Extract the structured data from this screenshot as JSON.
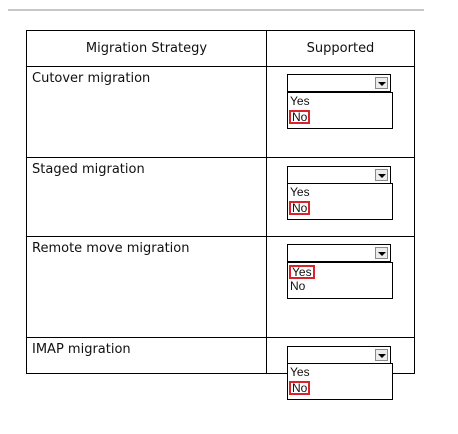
{
  "table": {
    "headers": [
      "Migration Strategy",
      "Supported"
    ],
    "rows": [
      {
        "label": "Cutover migration",
        "options": [
          "Yes",
          "No"
        ],
        "selected": "No"
      },
      {
        "label": "Staged migration",
        "options": [
          "Yes",
          "No"
        ],
        "selected": "No"
      },
      {
        "label": "Remote move migration",
        "options": [
          "Yes",
          "No"
        ],
        "selected": "Yes"
      },
      {
        "label": "IMAP migration",
        "options": [
          "Yes",
          "No"
        ],
        "selected": "No"
      }
    ]
  },
  "colors": {
    "highlight": "#d8232a",
    "border": "#000000",
    "rule": "#c7c7c7"
  }
}
